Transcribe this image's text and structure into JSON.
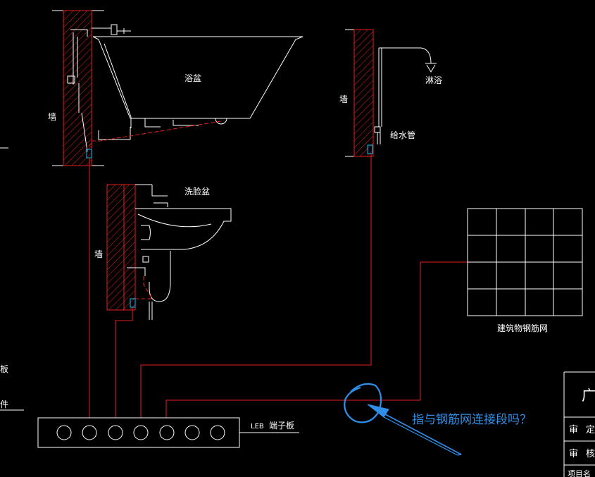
{
  "labels": {
    "wall": "墙",
    "bathtub": "浴盆",
    "shower": "淋浴",
    "water_pipe": "给水管",
    "washbasin": "洗脸盆",
    "rebar_mesh": "建筑物钢筋网",
    "terminal_board_code": "LEB",
    "terminal_board": "端子板"
  },
  "left_edge_fragments": [
    "板",
    "件"
  ],
  "annotation": {
    "text": "指与钢筋网连接段吗？",
    "color": "#2f8fe8"
  },
  "title_block": {
    "top_char": "广",
    "row1": [
      "审",
      "定"
    ],
    "row2": [
      "审",
      "核"
    ],
    "row3": "项目名"
  },
  "colors": {
    "background": "#000000",
    "line": "#ffffff",
    "bonding": "#e52020",
    "annotation": "#2f8fe8",
    "marker": "#00c8ff"
  }
}
